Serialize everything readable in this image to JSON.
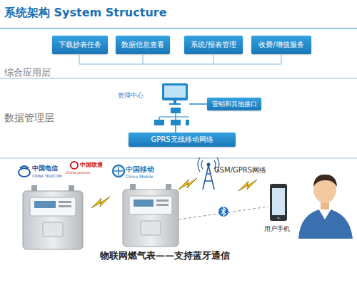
{
  "diagram": {
    "title": "系统架构 System Structure",
    "nodes": [
      {
        "text": [
          "下载抄表任务"
        ]
      },
      {
        "text": [
          "数据信息查看"
        ]
      },
      {
        "text": [
          "系统/报表管理"
        ]
      },
      {
        "text": [
          "收费/增值服务"
        ]
      },
      {
        "text": [
          "管理中心"
        ]
      },
      {
        "text": [
          "营销和其他接口"
        ]
      },
      {
        "text": [
          "GPRS无线移动网络"
        ]
      }
    ],
    "edges": [
      {
        "from": 4,
        "to": 5,
        "arrow": "none"
      },
      {
        "from": 4,
        "to": 6,
        "arrow": "none"
      }
    ],
    "labels": [
      "综合应用层",
      "数据管理层",
      "中国电信",
      "CHINA TELECOM",
      "中国联通",
      "China unicom",
      "中国移动",
      "China Mobile",
      "GSM/GPRS网络",
      "用户手机",
      "物联网燃气表——支持蓝牙通信"
    ]
  }
}
